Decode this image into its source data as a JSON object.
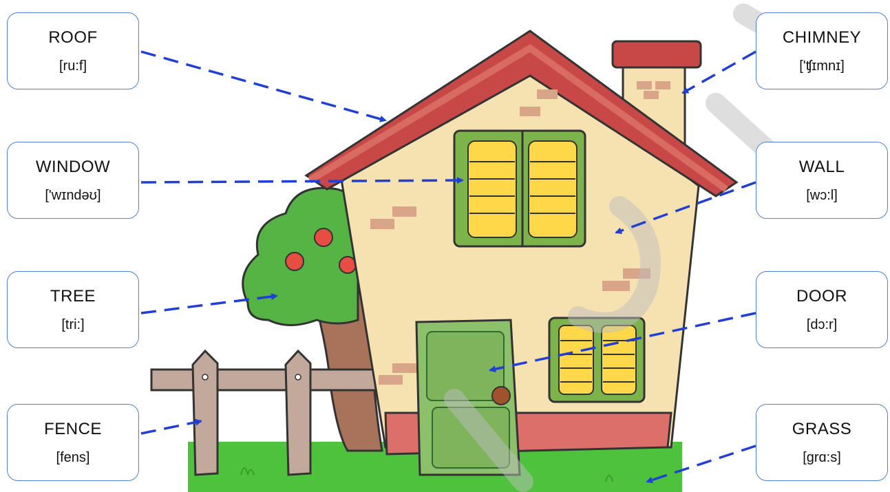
{
  "labels": {
    "roof": {
      "word": "ROOF",
      "ipa": "[ru:f]"
    },
    "window": {
      "word": "WINDOW",
      "ipa": "['wɪndəʊ]"
    },
    "tree": {
      "word": "TREE",
      "ipa": "[tri:]"
    },
    "fence": {
      "word": "FENCE",
      "ipa": "[fens]"
    },
    "chimney": {
      "word": "CHIMNEY",
      "ipa": "['ʧɪmnɪ]"
    },
    "wall": {
      "word": "WALL",
      "ipa": "[wɔ:l]"
    },
    "door": {
      "word": "DOOR",
      "ipa": "[dɔ:r]"
    },
    "grass": {
      "word": "GRASS",
      "ipa": "[grɑ:s]"
    }
  },
  "colors": {
    "card_border": "#4f7fd6",
    "arrow": "#1f3fd6",
    "roof": "#c84848",
    "roof_trim": "#d86b62",
    "wall": "#f5e2b0",
    "window_frame": "#7cb34a",
    "window_glass": "#ffd84a",
    "door": "#8cc06a",
    "base": "#dd6f6b",
    "grass": "#4fc23d",
    "fence": "#c2a99c",
    "tree_leaves": "#55b443",
    "tree_trunk": "#a8735a",
    "apple": "#e74d42",
    "watermark": "#bdbdbd"
  },
  "icons": [
    "house-illustration",
    "tree-illustration",
    "fence-illustration",
    "watermark"
  ]
}
